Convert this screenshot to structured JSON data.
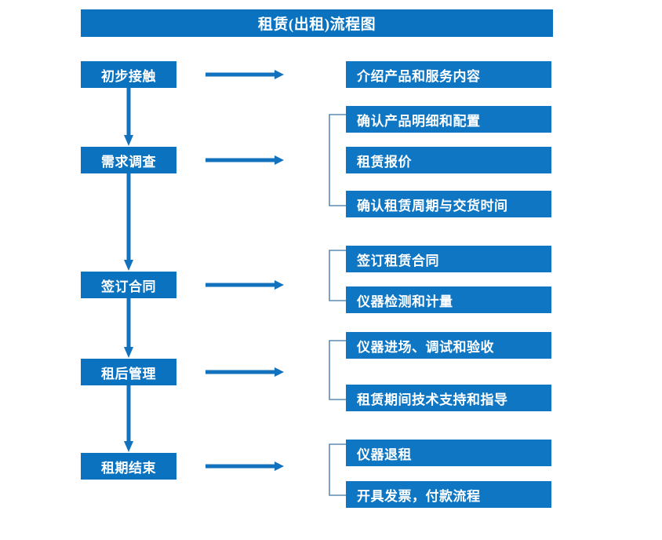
{
  "title": {
    "text": "租赁(出租)流程图"
  },
  "colors": {
    "box_blue": "#0B72C0",
    "detail_blue": "#0F76C4",
    "arrow_blue": "#1272BE",
    "bracket_blue": "#5B8BB5",
    "text_white": "#FFFFFF",
    "background": "#FFFFFF"
  },
  "stages": [
    {
      "label": "初步接触"
    },
    {
      "label": "需求调查"
    },
    {
      "label": "签订合同"
    },
    {
      "label": "租后管理"
    },
    {
      "label": "租期结束"
    }
  ],
  "details": [
    {
      "label": "介绍产品和服务内容"
    },
    {
      "label": "确认产品明细和配置"
    },
    {
      "label": "租赁报价"
    },
    {
      "label": "确认租赁周期与交货时间"
    },
    {
      "label": "签订租赁合同"
    },
    {
      "label": "仪器检测和计量"
    },
    {
      "label": "仪器进场、调试和验收"
    },
    {
      "label": "租赁期间技术支持和指导"
    },
    {
      "label": "仪器退租"
    },
    {
      "label": "开具发票，付款流程"
    }
  ],
  "chart_data": {
    "type": "diagram",
    "title": "租赁(出租)流程图",
    "flow": [
      {
        "stage": "初步接触",
        "outputs": [
          "介绍产品和服务内容"
        ]
      },
      {
        "stage": "需求调查",
        "outputs": [
          "确认产品明细和配置",
          "租赁报价",
          "确认租赁周期与交货时间"
        ]
      },
      {
        "stage": "签订合同",
        "outputs": [
          "签订租赁合同",
          "仪器检测和计量"
        ]
      },
      {
        "stage": "租后管理",
        "outputs": [
          "仪器进场、调试和验收",
          "租赁期间技术支持和指导"
        ]
      },
      {
        "stage": "租期结束",
        "outputs": [
          "仪器退租",
          "开具发票，付款流程"
        ]
      }
    ]
  }
}
